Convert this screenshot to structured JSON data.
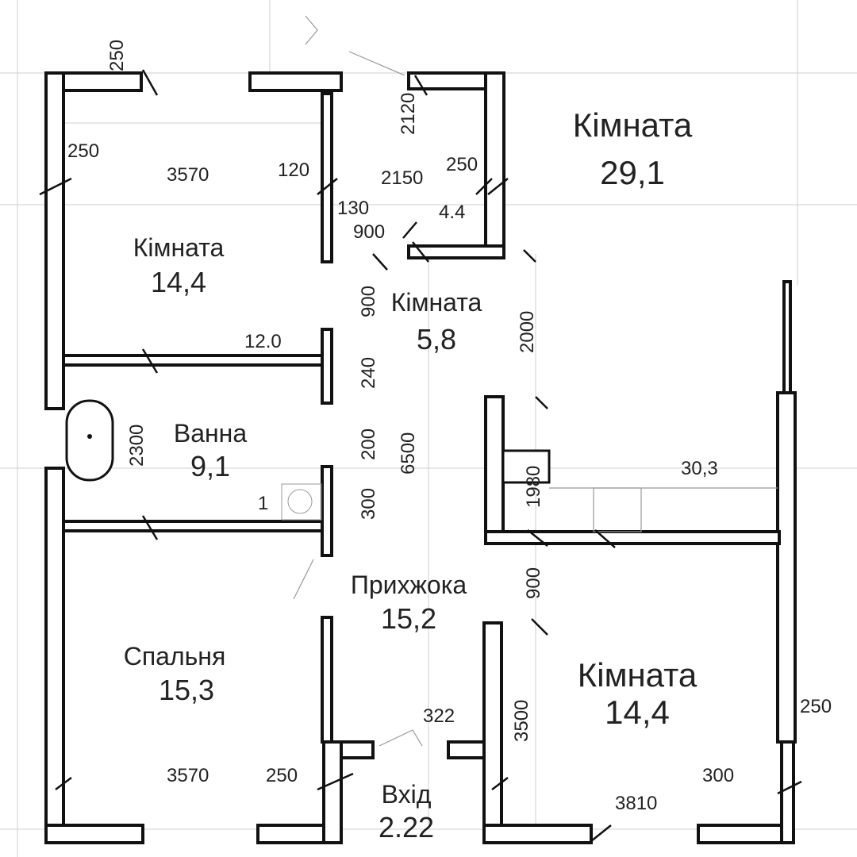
{
  "rooms": {
    "room_top_right": {
      "name": "Кімната",
      "area": "29,1"
    },
    "room_top_left": {
      "name": "Кімната",
      "area": "14,4"
    },
    "room_center": {
      "name": "Кімната",
      "area": "5,8"
    },
    "bath": {
      "name": "Ванна",
      "area": "9,1"
    },
    "hall": {
      "name": "Прихжока",
      "area": "15,2"
    },
    "bedroom": {
      "name": "Спальня",
      "area": "15,3"
    },
    "room_bottom_right": {
      "name": "Кімната",
      "area": "14,4"
    },
    "entrance": {
      "name": "Вхід",
      "area": "2.22"
    },
    "closet_area": "4.4",
    "kitchen_area": "30,3",
    "bath_small": "1"
  },
  "dimensions": [
    "250",
    "250",
    "3570",
    "120",
    "2120",
    "2150",
    "250",
    "130",
    "900",
    "900",
    "12.0",
    "240",
    "2300",
    "200",
    "6500",
    "300",
    "2000",
    "1980",
    "900",
    "3500",
    "322",
    "3570",
    "250",
    "3810",
    "300",
    "250"
  ]
}
